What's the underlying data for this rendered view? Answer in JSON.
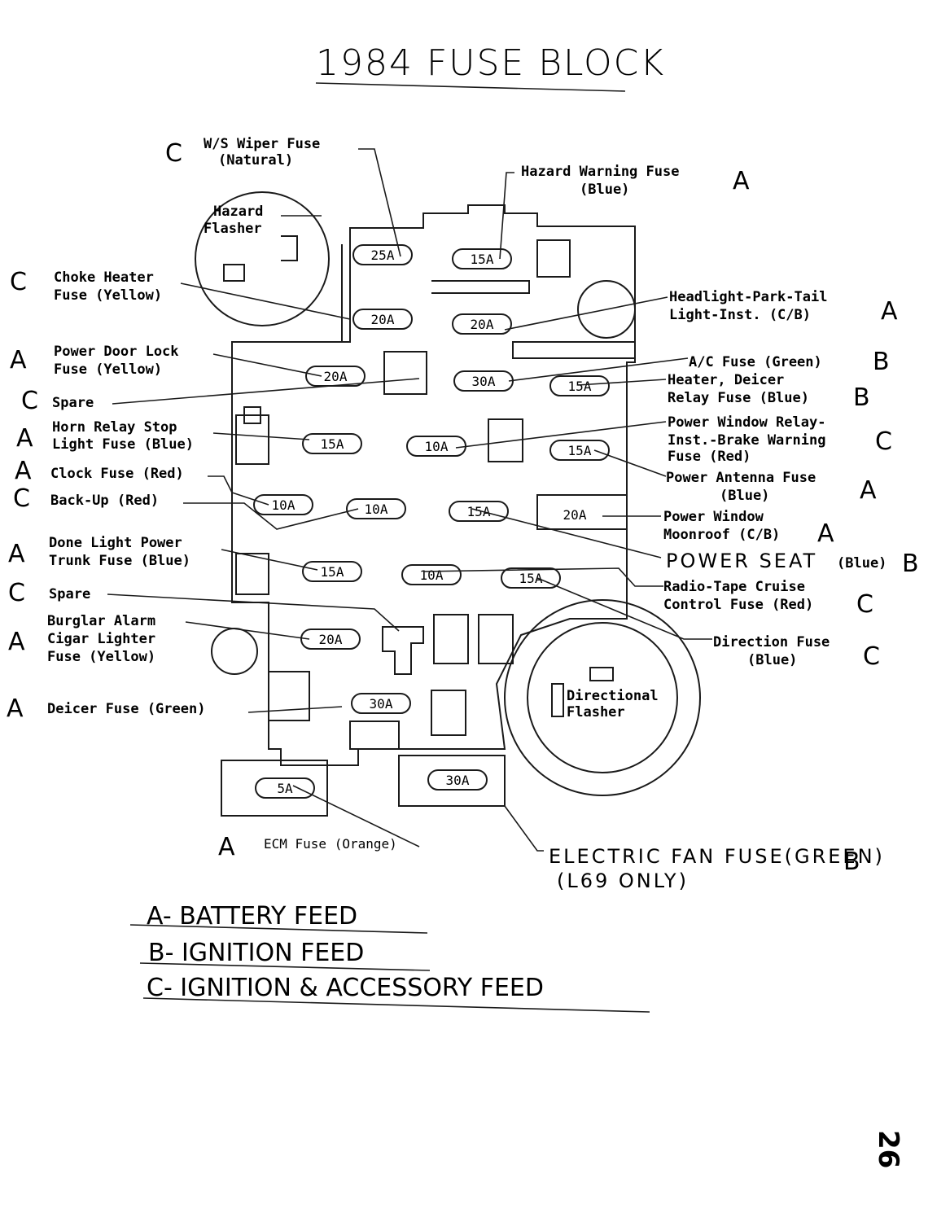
{
  "title": "1984 FUSE BLOCK",
  "page_number": "26",
  "labels": {
    "ws_wiper": [
      "W/S Wiper Fuse",
      "(Natural)"
    ],
    "ws_wiper_feed": "C",
    "hazard_warning": [
      "Hazard Warning Fuse",
      "(Blue)"
    ],
    "hazard_warning_feed": "A",
    "hazard_flasher": [
      "Hazard",
      "Flasher"
    ],
    "choke_heater": [
      "Choke Heater",
      "Fuse (Yellow)"
    ],
    "choke_heater_feed": "C",
    "headlight": [
      "Headlight-Park-Tail",
      "Light-Inst. (C/B)"
    ],
    "headlight_feed": "A",
    "power_door_lock": [
      "Power Door Lock",
      "Fuse (Yellow)"
    ],
    "power_door_lock_feed": "A",
    "ac_fuse": "A/C Fuse (Green)",
    "ac_fuse_feed": "B",
    "heater_deicer": [
      "Heater, Deicer",
      "Relay Fuse (Blue)"
    ],
    "heater_deicer_feed": "B",
    "spare1": "Spare",
    "spare1_feed": "C",
    "horn_relay": [
      "Horn Relay Stop",
      "Light Fuse (Blue)"
    ],
    "horn_relay_feed": "A",
    "power_window_relay": [
      "Power Window Relay-",
      "Inst.-Brake Warning",
      "Fuse (Red)"
    ],
    "power_window_relay_feed": "C",
    "clock": "Clock Fuse (Red)",
    "clock_feed": "A",
    "backup": "Back-Up (Red)",
    "backup_feed": "C",
    "power_antenna": [
      "Power Antenna Fuse",
      "(Blue)"
    ],
    "power_antenna_feed": "A",
    "power_window_moonroof": [
      "Power Window",
      "Moonroof (C/B)"
    ],
    "power_window_moonroof_feed": "A",
    "dome_light": [
      "Done Light Power",
      "Trunk Fuse (Blue)"
    ],
    "dome_light_feed": "A",
    "power_seat": "POWER SEAT",
    "power_seat_color": "(Blue)",
    "power_seat_feed": "B",
    "spare2": "Spare",
    "spare2_feed": "C",
    "radio_tape": [
      "Radio-Tape Cruise",
      "Control Fuse (Red)"
    ],
    "radio_tape_feed": "C",
    "burglar": [
      "Burglar Alarm",
      "Cigar Lighter",
      "Fuse (Yellow)"
    ],
    "burglar_feed": "A",
    "direction": [
      "Direction Fuse",
      "(Blue)"
    ],
    "direction_feed": "C",
    "directional_flasher": [
      "Directional",
      "Flasher"
    ],
    "deicer": "Deicer Fuse (Green)",
    "deicer_feed": "A",
    "ecm": "ECM Fuse (Orange)",
    "ecm_feed": "A",
    "electric_fan": [
      "ELECTRIC FAN FUSE(GREEN)",
      "(L69 ONLY)"
    ],
    "electric_fan_feed": "B"
  },
  "fuses": [
    "25A",
    "15A",
    "20A",
    "20A",
    "20A",
    "30A",
    "15A",
    "15A",
    "10A",
    "15A",
    "10A",
    "10A",
    "15A",
    "20A",
    "15A",
    "10A",
    "15A",
    "20A",
    "30A",
    "5A",
    "30A"
  ],
  "legend": [
    "A- BATTERY FEED",
    "B- IGNITION FEED",
    "C- IGNITION & ACCESSORY FEED"
  ]
}
